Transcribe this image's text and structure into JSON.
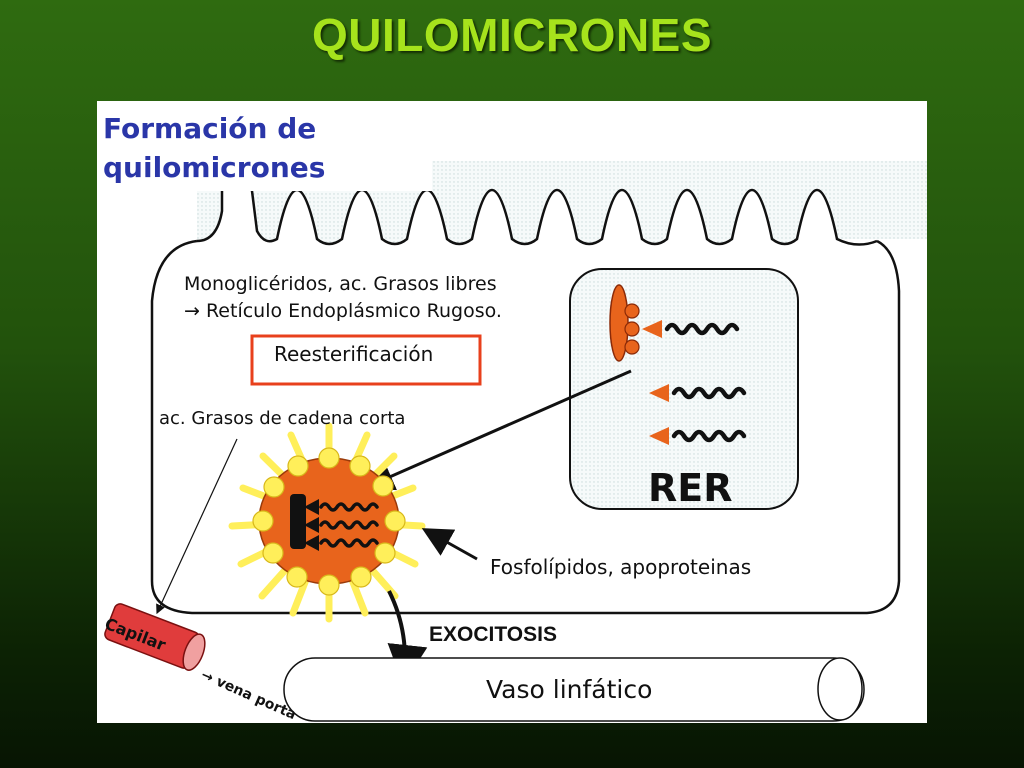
{
  "slide": {
    "title": "QUILOMICRONES"
  },
  "diagram": {
    "heading_line1": "Formación de",
    "heading_line2": "quilomicrones",
    "text_line1": "Monoglicéridos, ac. Grasos libres",
    "text_line2": "→ Retículo Endoplásmico Rugoso.",
    "reesterification": "Reesterificación",
    "short_chain": "ac. Grasos de cadena corta",
    "rer": "RER",
    "phospholipids": "Fosfolípidos, apoproteinas",
    "exocytosis": "EXOCITOSIS",
    "lymph_vessel": "Vaso linfático",
    "capillary": "Capilar",
    "portal_vein": "→ vena porta"
  },
  "colors": {
    "title": "#a6e31c",
    "heading": "#2a36a8",
    "box_border": "#e8401c",
    "chylomicron_core": "#e8641c",
    "apoprotein": "#ffef5a",
    "capillary": "#e03c3c",
    "rer_fill": "#eef4f4"
  }
}
